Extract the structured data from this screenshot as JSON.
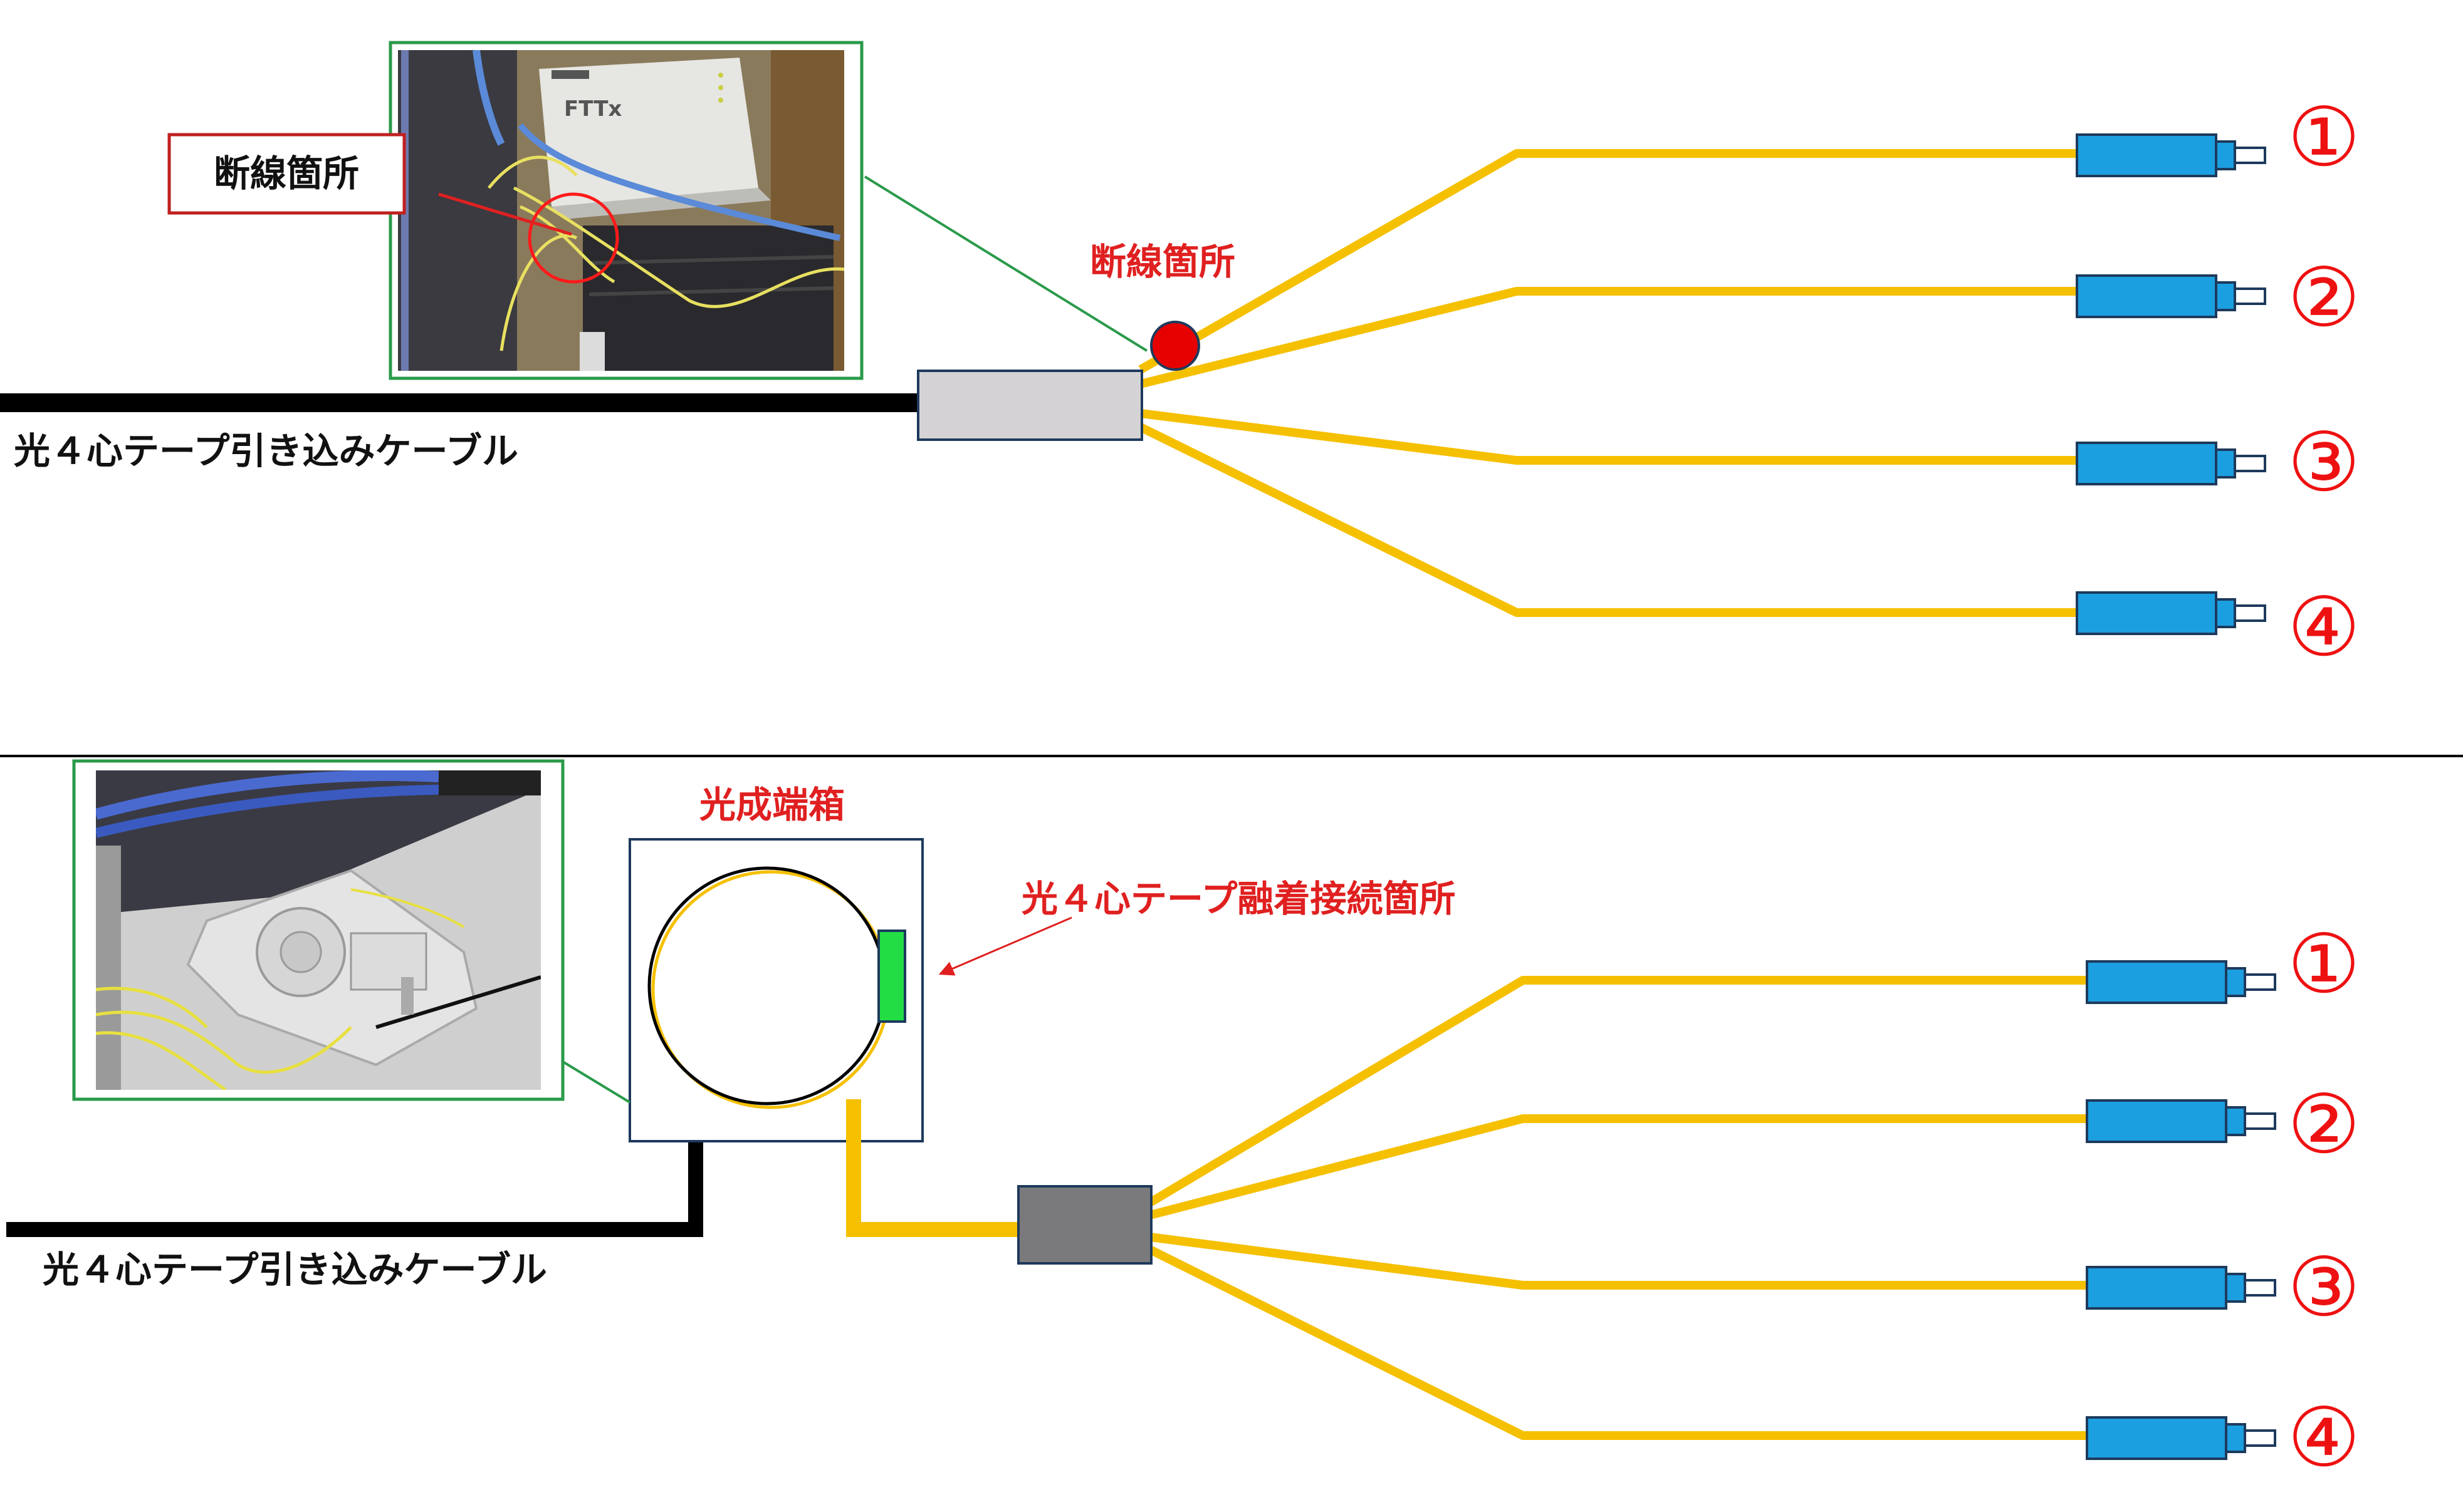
{
  "labels": {
    "top_break_photo": "断線箇所",
    "top_break_point": "断線箇所",
    "top_cable": "光４心テープ引き込みケーブル",
    "bottom_box": "光成端箱",
    "bottom_fusion": "光４心テープ融着接続箇所",
    "bottom_cable": "光４心テープ引き込みケーブル"
  },
  "fiber_numbers": [
    "①",
    "②",
    "③",
    "④"
  ],
  "colors": {
    "fiber": "#f5c000",
    "cable": "#000000",
    "connector": "#1b9fe0",
    "break_marker": "#e60000",
    "splice": "#22dd44",
    "photo_frame": "#2a9a4a",
    "label_red": "#e02020"
  },
  "photos": {
    "top": {
      "icon": "onu-wiring-photo"
    },
    "bottom": {
      "icon": "splice-tray-photo"
    }
  }
}
